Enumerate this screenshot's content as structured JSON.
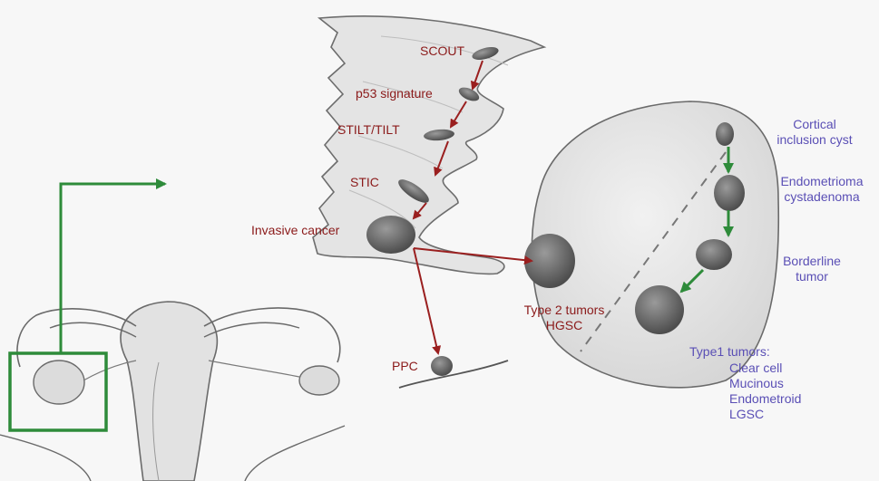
{
  "colors": {
    "red_label": "#8b1a1a",
    "blue_label": "#5a4fb5",
    "red_arrow": "#9a1f1f",
    "green_arrow": "#2e8b3a",
    "pencil": "#555555",
    "tumor": "#6f6f6f"
  },
  "fallopian_sequence": {
    "scout": "SCOUT",
    "p53": "p53 signature",
    "stilt": "STILT/TILT",
    "stic": "STIC",
    "invasive": "Invasive cancer"
  },
  "ppc": "PPC",
  "type2": {
    "line1": "Type 2 tumors",
    "line2": "HGSC"
  },
  "ovary_sequence": {
    "cortical": [
      "Cortical",
      "inclusion cyst"
    ],
    "endometrioma": [
      "Endometrioma",
      "cystadenoma"
    ],
    "borderline": [
      "Borderline",
      "tumor"
    ]
  },
  "type1": {
    "title": "Type1 tumors:",
    "items": [
      "Clear cell",
      "Mucinous",
      "Endometroid",
      "LGSC"
    ]
  }
}
